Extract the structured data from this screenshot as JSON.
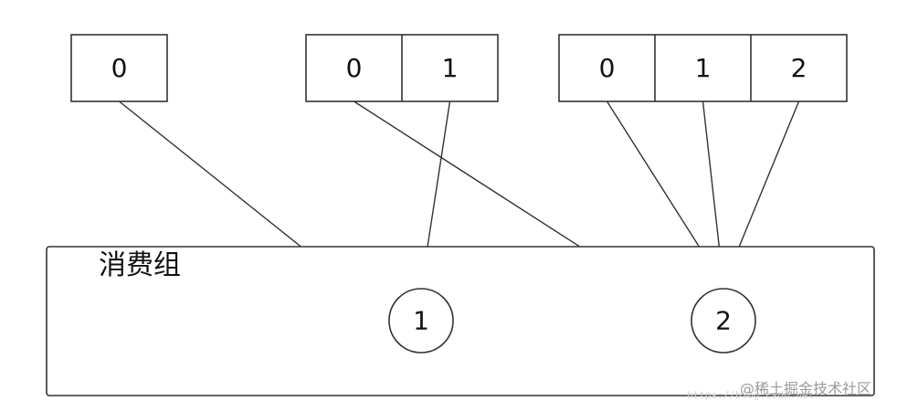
{
  "group": {
    "label": "消费组"
  },
  "partition_groups": [
    {
      "cells": [
        "0"
      ]
    },
    {
      "cells": [
        "0",
        "1"
      ]
    },
    {
      "cells": [
        "0",
        "1",
        "2"
      ]
    }
  ],
  "consumers": [
    {
      "label": "1"
    },
    {
      "label": "2"
    }
  ],
  "assignments": [
    {
      "from_group": 0,
      "from_cell": 0,
      "to_consumer": 0
    },
    {
      "from_group": 1,
      "from_cell": 0,
      "to_consumer": 1
    },
    {
      "from_group": 1,
      "from_cell": 1,
      "to_consumer": 0
    },
    {
      "from_group": 2,
      "from_cell": 0,
      "to_consumer": 1
    },
    {
      "from_group": 2,
      "from_cell": 1,
      "to_consumer": 1
    },
    {
      "from_group": 2,
      "from_cell": 2,
      "to_consumer": 1
    }
  ],
  "watermark": {
    "text": "@稀土掘金技术社区",
    "faint_url": "https://blog.csdn.net"
  }
}
